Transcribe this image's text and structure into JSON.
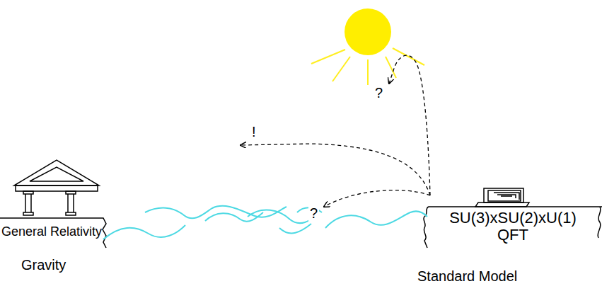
{
  "diagram": {
    "nodes": [
      {
        "text": [
          "General Relativity"
        ]
      },
      {
        "text": [
          "SU(3)xSU(2)xU(1) QFT"
        ]
      }
    ],
    "labels": [
      "Gravity",
      "Standard Model",
      "?",
      "!",
      "?"
    ]
  }
}
